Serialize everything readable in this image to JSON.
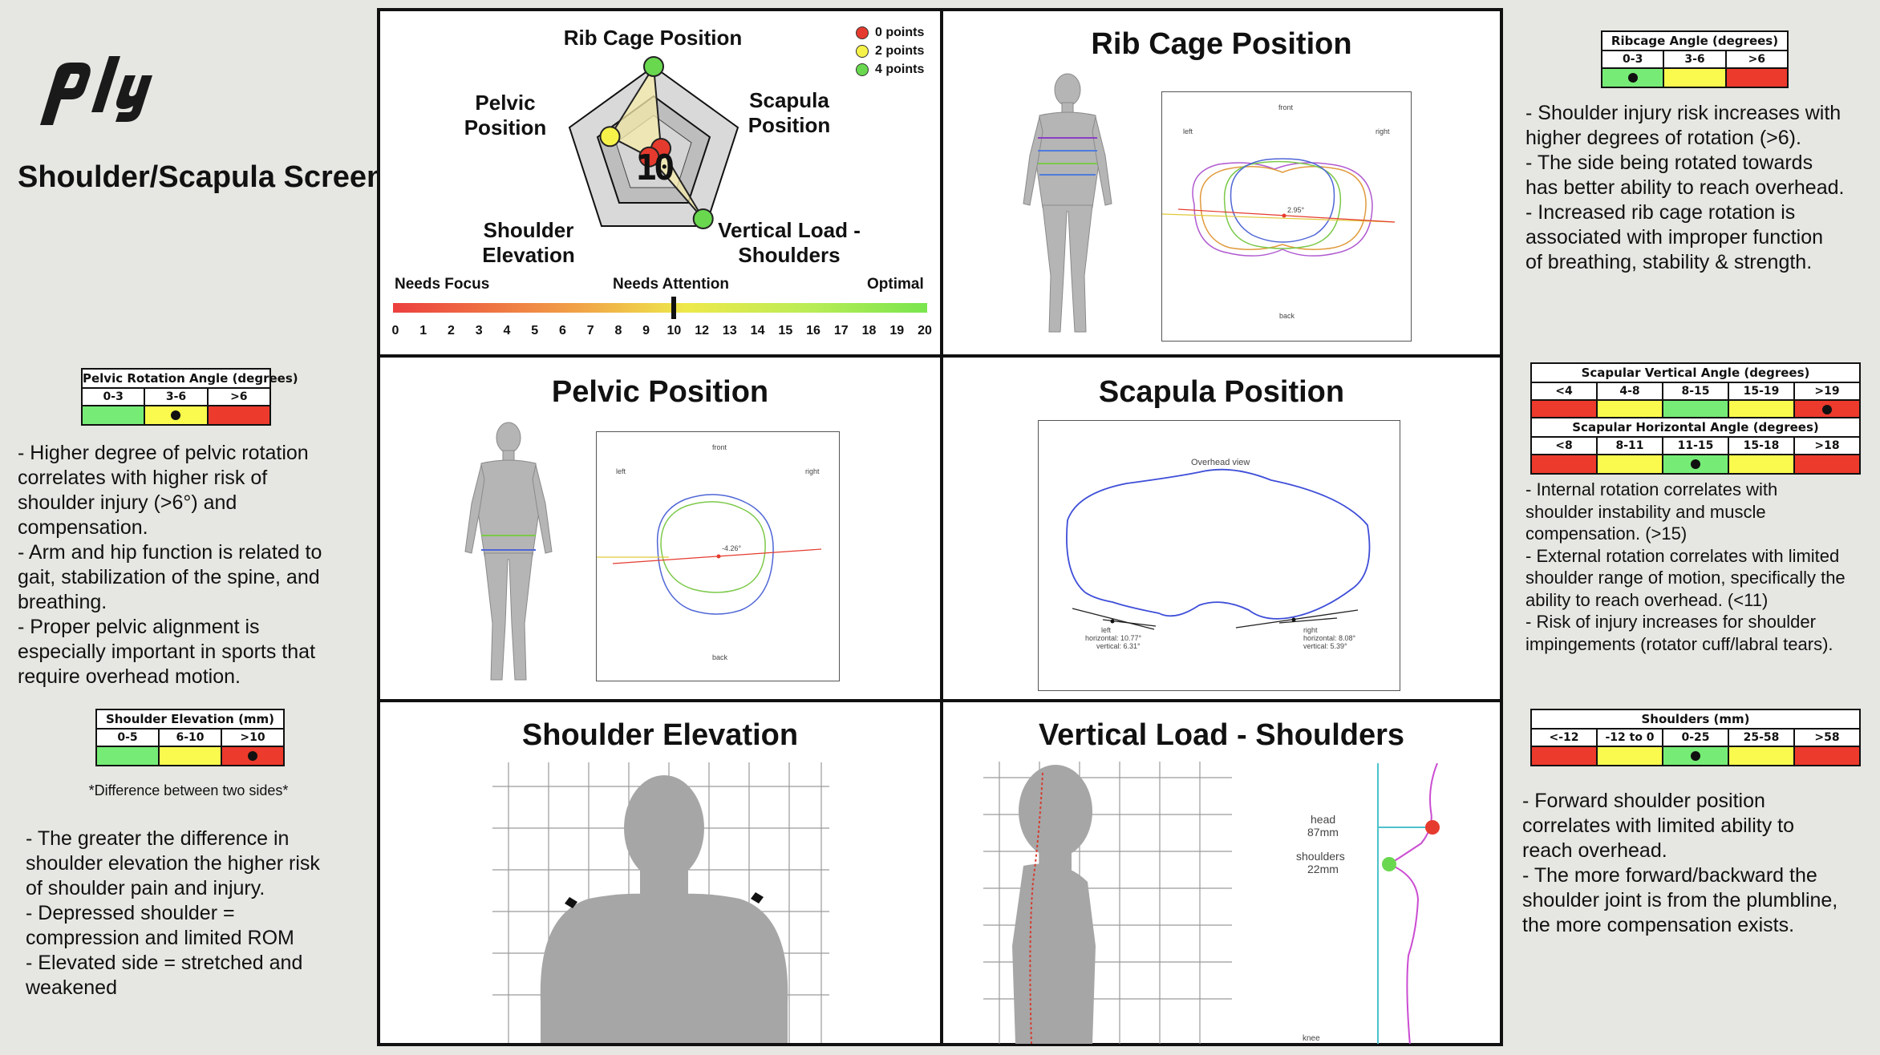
{
  "page": {
    "title": "Shoulder/Scapula Screen"
  },
  "left": {
    "pelvic_table": {
      "caption": "Pelvic Rotation Angle (degrees)",
      "ranges": [
        "0-3",
        "3-6",
        ">6"
      ],
      "colors": [
        "#76ec76",
        "#fafa4e",
        "#ec3a2c"
      ],
      "marked_index": 1
    },
    "pelvic_lines": [
      "- Higher degree of pelvic rotation",
      "correlates with higher risk of",
      "shoulder injury (>6°) and",
      "compensation.",
      "- Arm and hip function is related to",
      "gait, stabilization of the spine, and",
      "breathing.",
      "- Proper pelvic alignment is",
      "especially important in sports that",
      "require overhead motion."
    ],
    "elevation_table": {
      "caption": "Shoulder Elevation (mm)",
      "ranges": [
        "0-5",
        "6-10",
        ">10"
      ],
      "colors": [
        "#76ec76",
        "#fafa4e",
        "#ec3a2c"
      ],
      "marked_index": 2
    },
    "elevation_note": "*Difference between two sides*",
    "elevation_lines": [
      "- The greater the difference in",
      "shoulder elevation the higher risk",
      "of shoulder pain and injury.",
      "- Depressed shoulder =",
      "compression and limited ROM",
      "- Elevated side = stretched and",
      "weakened"
    ]
  },
  "right": {
    "ribcage_table": {
      "caption": "Ribcage Angle (degrees)",
      "ranges": [
        "0-3",
        "3-6",
        ">6"
      ],
      "colors": [
        "#76ec76",
        "#fafa4e",
        "#ec3a2c"
      ],
      "marked_index": 0
    },
    "ribcage_lines": [
      "- Shoulder injury risk increases with",
      "higher degrees of rotation (>6).",
      "- The side being rotated towards",
      "has better ability to reach overhead.",
      "- Increased rib cage rotation is",
      "associated with improper function",
      "of breathing, stability & strength."
    ],
    "scap_vertical_table": {
      "caption": "Scapular Vertical Angle (degrees)",
      "ranges": [
        "<4",
        "4-8",
        "8-15",
        "15-19",
        ">19"
      ],
      "colors": [
        "#ec3a2c",
        "#fafa4e",
        "#76ec76",
        "#fafa4e",
        "#ec3a2c"
      ],
      "marked_index": 4
    },
    "scap_horizontal_table": {
      "caption": "Scapular Horizontal Angle (degrees)",
      "ranges": [
        "<8",
        "8-11",
        "11-15",
        "15-18",
        ">18"
      ],
      "colors": [
        "#ec3a2c",
        "#fafa4e",
        "#76ec76",
        "#fafa4e",
        "#ec3a2c"
      ],
      "marked_index": 2
    },
    "scapula_lines": [
      "- Internal rotation correlates with",
      "shoulder instability and muscle",
      "compensation. (>15)",
      "- External rotation correlates with limited",
      "shoulder range of motion, specifically the",
      "ability to reach overhead. (<11)",
      "- Risk of injury increases for shoulder",
      "impingements (rotator cuff/labral tears)."
    ],
    "shoulders_table": {
      "caption": "Shoulders (mm)",
      "ranges": [
        "<-12",
        "-12 to 0",
        "0-25",
        "25-58",
        ">58"
      ],
      "colors": [
        "#ec3a2c",
        "#fafa4e",
        "#76ec76",
        "#fafa4e",
        "#ec3a2c"
      ],
      "marked_index": 2
    },
    "shoulders_lines": [
      "- Forward shoulder position",
      "correlates with limited ability to",
      "reach overhead.",
      "- The more forward/backward the",
      "shoulder joint is from the plumbline,",
      "the more compensation exists."
    ]
  },
  "radar": {
    "score": "10",
    "labels": {
      "rib": "Rib Cage Position",
      "scap": "Scapula\nPosition",
      "load": "Vertical Load -\nShoulders",
      "elev": "Shoulder\nElevation",
      "pelvic": "Pelvic\nPosition"
    },
    "legend": [
      {
        "label": "0 points",
        "color": "#e53b2e"
      },
      {
        "label": "2 points",
        "color": "#f6f24a"
      },
      {
        "label": "4 points",
        "color": "#69d84f"
      }
    ],
    "axes": [
      "Rib Cage Position",
      "Scapula Position",
      "Vertical Load - Shoulders",
      "Shoulder Elevation",
      "Pelvic Position"
    ],
    "points": [
      4,
      0,
      4,
      0,
      2
    ],
    "point_colors": [
      "#69d84f",
      "#e53b2e",
      "#69d84f",
      "#e53b2e",
      "#f6f24a"
    ],
    "max": 4,
    "scale_labels": {
      "left": "Needs Focus",
      "mid": "Needs Attention",
      "right": "Optimal"
    },
    "scale_ticks": [
      "0",
      "1",
      "2",
      "3",
      "4",
      "5",
      "6",
      "7",
      "8",
      "9",
      "10",
      "12",
      "13",
      "14",
      "15",
      "16",
      "17",
      "18",
      "19",
      "20"
    ],
    "scale_value": 10,
    "scale_max": 20
  },
  "panels": {
    "rib": {
      "title": "Rib Cage Position",
      "front": "front",
      "left": "left",
      "right": "right",
      "back": "back",
      "angle": "2.95°"
    },
    "pelvic": {
      "title": "Pelvic Position",
      "front": "front",
      "left": "left",
      "right": "right",
      "back": "back",
      "angle": "-4.26°"
    },
    "scapula": {
      "title": "Scapula Position",
      "view": "Overhead view",
      "left_label": "left",
      "left_h": "horizontal: 10.77°",
      "left_v": "vertical: 6.31°",
      "right_label": "right",
      "right_h": "horizontal: 8.08°",
      "right_v": "vertical: 5.39°"
    },
    "elevation": {
      "title": "Shoulder Elevation"
    },
    "load": {
      "title": "Vertical Load - Shoulders",
      "head": "head",
      "head_mm": "87mm",
      "shoulders": "shoulders",
      "shoulders_mm": "22mm",
      "bottom": "knee"
    }
  }
}
